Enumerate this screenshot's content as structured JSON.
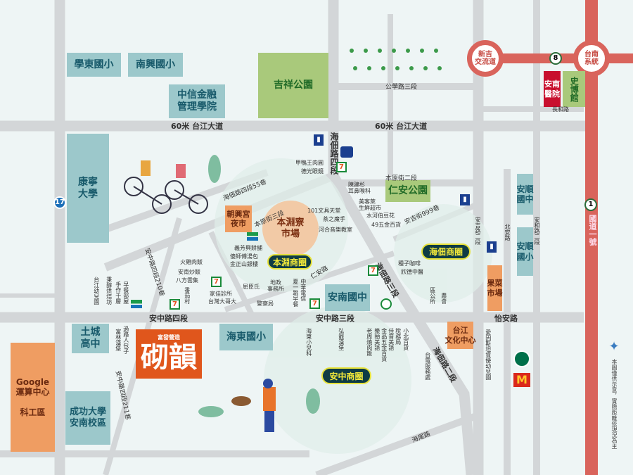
{
  "colors": {
    "background": "#eef5f5",
    "road": "#d3d6d8",
    "freeway": "#d9645c",
    "school": "#9cc8cb",
    "park": "#a9c97b",
    "market": "#ef9d62",
    "project": "#e0561c",
    "district_pill": "#0f3c45"
  },
  "interchanges": [
    "新吉\n交流道",
    "台南\n系統"
  ],
  "highway_shields": [
    "8",
    "1",
    "17"
  ],
  "freeway_label": "國道一號",
  "roads": {
    "taijiang_w": "60米 台江大道",
    "taijiang_e": "60米 台江大道",
    "haidian4": "海佃路四段",
    "gongxue3": "公學路三段",
    "benyuan2": "本原街二段",
    "anji999": "安吉街999巷",
    "haidian4_55": "海佃路四段55巷",
    "benyuan3": "本原街三段",
    "renan": "仁安路",
    "haidian3": "海佃路三段",
    "haidian2": "海佃路二段",
    "anzhong4": "安中路四段",
    "anzhong3": "安中路三段",
    "yian": "怡安路",
    "lane210": "安中路四段210巷",
    "lane211": "安中路四段211巷",
    "haiwei": "海尾路",
    "changhe": "長和路",
    "anji2": "安吉路二段",
    "beian": "北安路",
    "anhe2": "安和路二段"
  },
  "landmarks": {
    "xuedong": "學東國小",
    "nanxing": "南興國小",
    "ctbc": "中信金融\n管理學院",
    "jixiang": "吉祥公園",
    "kangning": "康寧\n大學",
    "chaoxing": "朝興宮\n夜市",
    "benyuanliao": "本淵寮\n市場",
    "renan_park": "仁安公園",
    "annan_jh": "安南國中",
    "haidong": "海東國小",
    "tucheng": "土城\n高中",
    "google": "Google\n運算中心\n\n科工區",
    "ncku": "成功大學\n安南校區",
    "taijiang_center": "台江\n文化中心",
    "fruit_market": "果菜\n市場",
    "anshun_jh": "安順\n國中",
    "anshun_es": "安順\n國小",
    "annan_hosp": "安南\n醫院",
    "museum": "史博館"
  },
  "districts": [
    "本淵商圈",
    "海佃商圈",
    "安中商圈"
  ],
  "project": {
    "tagline": "富發營造",
    "name": "砌韻"
  },
  "pois": [
    "甲鴨王肉圓",
    "德光眼鏡",
    "陳建杉\n耳鼻喉科",
    "美客萊\n生鮮超市",
    "101文具天堂",
    "茶之魔手",
    "水河伯豆花",
    "河合音樂教室",
    "49五金百貨",
    "義芳興餅舖",
    "傻師傅湯包",
    "金正山銀樓",
    "火雞肉飯",
    "安南炒飯",
    "八方雲集",
    "番茄村",
    "家佳診所",
    "台灣大哥大",
    "屈臣氏",
    "地政\n事務所",
    "警察局",
    "夏一跳早餐",
    "中華電信",
    "種子咖啡",
    "欣德中醫",
    "區公所",
    "農會",
    "台江幼兒園",
    "秉醇烘焙坊",
    "手作千層",
    "早餐部屋",
    "過路人包子",
    "富林漢堡",
    "海東小兒科",
    "弘爺漢堡",
    "老周燒肉飯",
    "樂頤美語",
    "金品五金百貨",
    "佳音美語",
    "稅務局",
    "小北百貨",
    "台電服務處",
    "愛因斯坦資優幼兒園"
  ],
  "disclaimer": "本圖僅供示意，實際距離依現況為主",
  "brand_icons": [
    "7-eleven",
    "familymart",
    "pxmart",
    "post-office",
    "starbucks",
    "mcdonalds",
    "parking"
  ]
}
